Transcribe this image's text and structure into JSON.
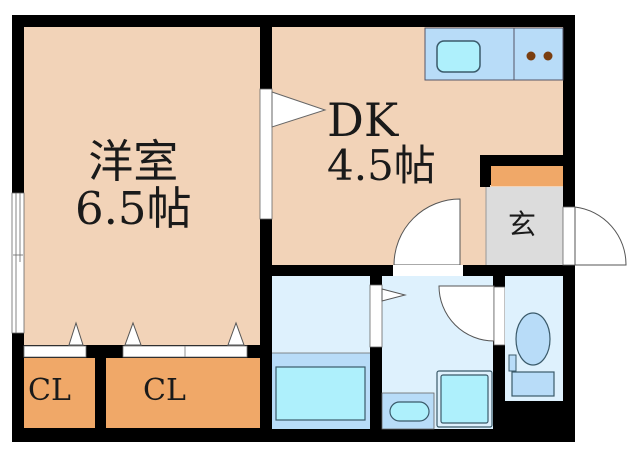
{
  "floorplan": {
    "rooms": {
      "western_room": {
        "name": "洋室",
        "size": "6.5帖"
      },
      "dk": {
        "name": "DK",
        "size": "4.5帖"
      },
      "entrance": {
        "name": "玄"
      },
      "closet_left": {
        "name": "CL"
      },
      "closet_right": {
        "name": "CL"
      }
    },
    "colors": {
      "wall": "#000000",
      "room_floor": "#f2d3b8",
      "closet": "#f0a868",
      "entrance_floor": "#dcdcdc",
      "wet_area": "#def1fd",
      "fixture_blue": "#b8dcf8",
      "fixture_cyan": "#aef0fc",
      "stove_burner": "#7a3e10",
      "opening": "#ffffff"
    }
  }
}
